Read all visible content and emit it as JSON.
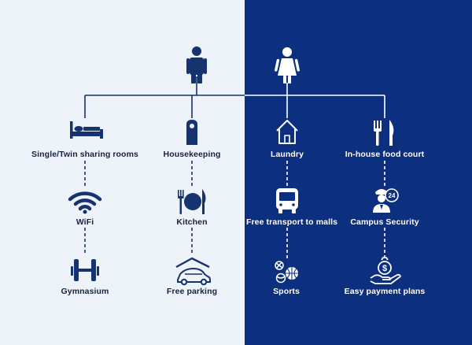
{
  "colors": {
    "left_background": "#eef2f9",
    "right_background": "#0d2f80",
    "left_ink": "#15336e",
    "right_ink": "#ffffff"
  },
  "persons": [
    {
      "icon": "man-icon"
    },
    {
      "icon": "woman-icon"
    }
  ],
  "amenities": {
    "col1": [
      {
        "label": "Single/Twin sharing rooms",
        "icon": "bed-icon"
      },
      {
        "label": "WiFi",
        "icon": "wifi-icon"
      },
      {
        "label": "Gymnasium",
        "icon": "dumbbell-icon"
      }
    ],
    "col2": [
      {
        "label": "Housekeeping",
        "icon": "door-hanger-icon"
      },
      {
        "label": "Kitchen",
        "icon": "plate-cutlery-icon"
      },
      {
        "label": "Free parking",
        "icon": "car-garage-icon"
      }
    ],
    "col3": [
      {
        "label": "Laundry",
        "icon": "house-icon"
      },
      {
        "label": "Free transport to malls",
        "icon": "bus-icon"
      },
      {
        "label": "Sports",
        "icon": "sports-balls-icon"
      }
    ],
    "col4": [
      {
        "label": "In-house food court",
        "icon": "fork-knife-icon"
      },
      {
        "label": "Campus Security",
        "icon": "security-guard-24-icon"
      },
      {
        "label": "Easy payment plans",
        "icon": "money-hand-icon"
      }
    ]
  }
}
